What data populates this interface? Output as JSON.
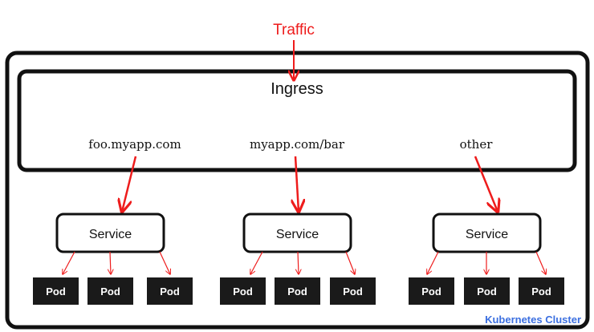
{
  "traffic": {
    "label": "Traffic",
    "color": "#ee1c1c"
  },
  "ingress": {
    "label": "Ingress"
  },
  "routes": [
    {
      "label": "foo.myapp.com"
    },
    {
      "label": "myapp.com/bar"
    },
    {
      "label": "other"
    }
  ],
  "services": [
    {
      "label": "Service",
      "pods": [
        "Pod",
        "Pod",
        "Pod"
      ]
    },
    {
      "label": "Service",
      "pods": [
        "Pod",
        "Pod",
        "Pod"
      ]
    },
    {
      "label": "Service",
      "pods": [
        "Pod",
        "Pod",
        "Pod"
      ]
    }
  ],
  "cluster": {
    "label": "Kubernetes Cluster",
    "label_color": "#3b6fe0"
  },
  "colors": {
    "arrow": "#ee1c1c",
    "box_border": "#111111",
    "pod_fill": "#1a1a1a",
    "pod_text": "#ffffff"
  }
}
